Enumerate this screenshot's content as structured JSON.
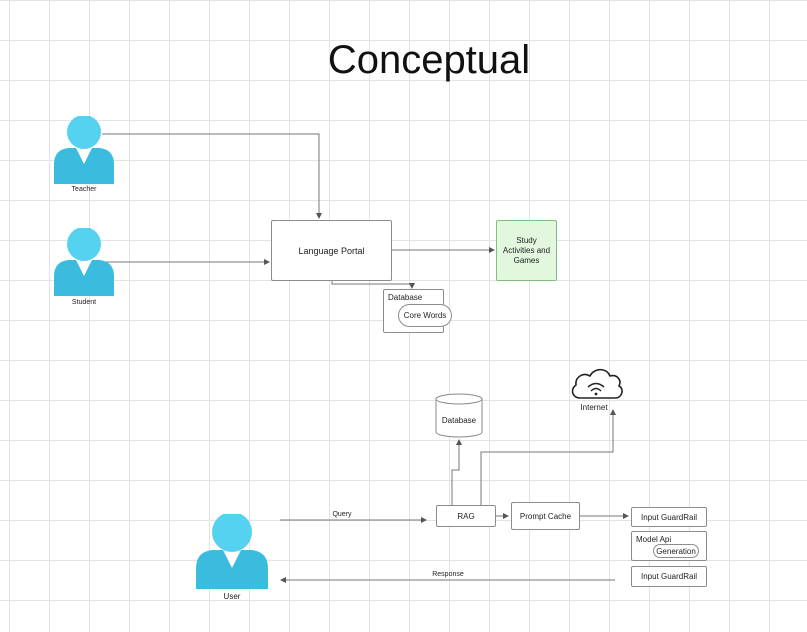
{
  "title": "Conceptual",
  "nodes": {
    "teacher": "Teacher",
    "student": "Student",
    "language_portal": "Language Portal",
    "study_activities": "Study Activities and Games",
    "database_top": "Database",
    "core_words": "Core Words",
    "internet": "Internet",
    "database_bottom": "Database",
    "rag": "RAG",
    "prompt_cache": "Prompt Cache",
    "input_guardrail_1": "Input GuardRail",
    "model_api": "Model Api",
    "generation": "Generation",
    "input_guardrail_2": "Input GuardRail",
    "user": "User"
  },
  "edges": {
    "query": "Query",
    "response": "Response"
  },
  "colors": {
    "person": "#45c6e6",
    "study_fill": "#e2f7dd",
    "study_border": "#7fbf7f"
  }
}
